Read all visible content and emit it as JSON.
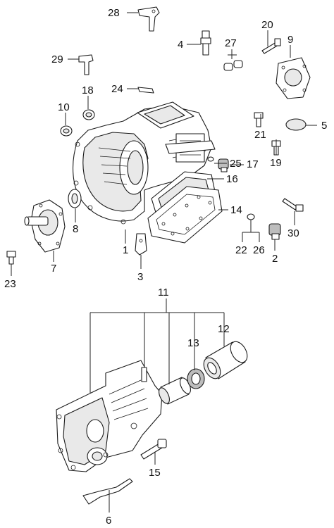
{
  "diagram": {
    "callouts": [
      "28",
      "4",
      "27",
      "20",
      "9",
      "29",
      "18",
      "24",
      "10",
      "21",
      "5",
      "19",
      "25",
      "17",
      "16",
      "14",
      "8",
      "30",
      "7",
      "1",
      "22",
      "26",
      "2",
      "3",
      "23",
      "11",
      "12",
      "13",
      "15",
      "6"
    ]
  }
}
